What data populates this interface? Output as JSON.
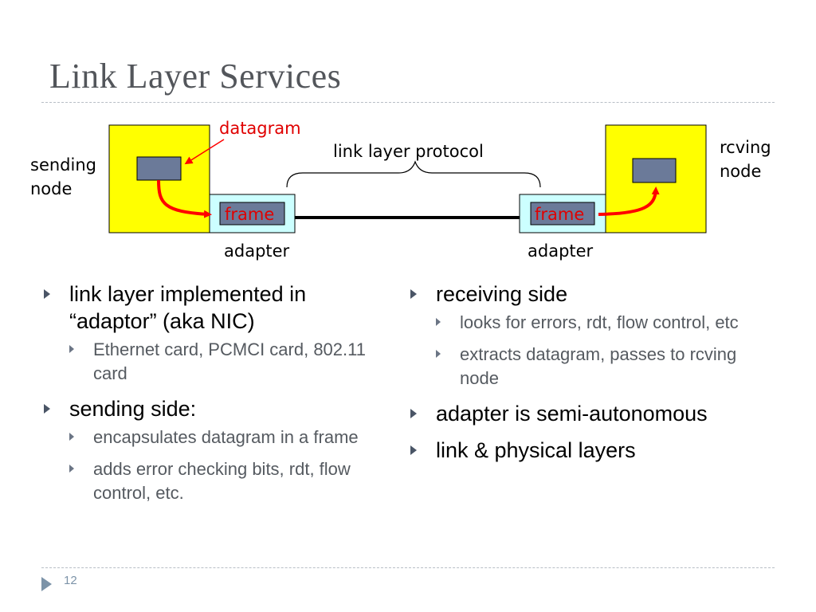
{
  "title": "Link Layer Services",
  "diagram": {
    "datagram_label": "datagram",
    "protocol_label": "link layer protocol",
    "sending_node_label": [
      "sending",
      "node"
    ],
    "rcving_node_label": [
      "rcving",
      "node"
    ],
    "frame_left": "frame",
    "frame_right": "frame",
    "adapter_left": "adapter",
    "adapter_right": "adapter",
    "colors": {
      "node_fill": "#ffff00",
      "adapter_fill": "#ccffff",
      "datagram_fill": "#6b7a99",
      "frame_fill": "#6b7a99",
      "frame_text": "#ff0000",
      "arrow": "#ff0000"
    }
  },
  "left_column": [
    {
      "text": "link layer implemented in “adaptor” (aka NIC)",
      "subs": [
        "Ethernet card, PCMCI card, 802.11 card"
      ]
    },
    {
      "text": "sending side:",
      "subs": [
        "encapsulates datagram in a frame",
        "adds error checking bits, rdt, flow control, etc."
      ]
    }
  ],
  "right_column": [
    {
      "text": "receiving side",
      "subs": [
        "looks for errors, rdt, flow control, etc",
        "extracts datagram, passes to rcving node"
      ]
    },
    {
      "text": "adapter is semi-autonomous",
      "subs": []
    },
    {
      "text": "link & physical layers",
      "subs": []
    }
  ],
  "page_number": "12"
}
